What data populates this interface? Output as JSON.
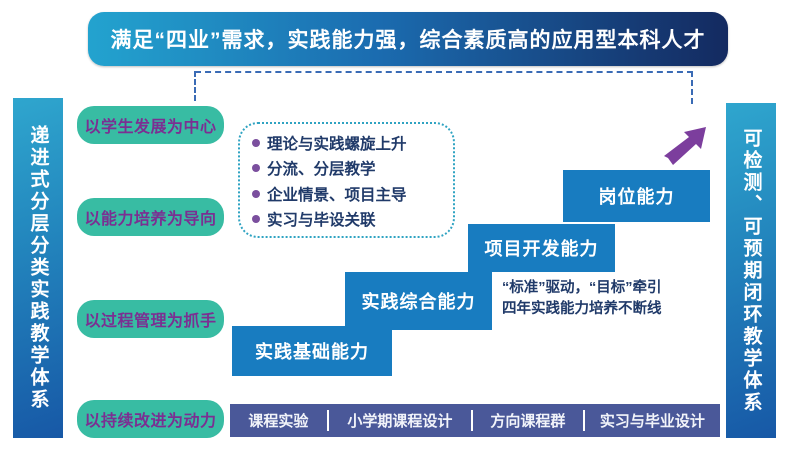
{
  "banner": {
    "text": "满足“四业”需求，实践能力强，综合素质高的应用型本科人才"
  },
  "left_bar": {
    "text": "递进式分层分类实践教学体系"
  },
  "right_bar": {
    "text": "可检测、可预期闭环教学体系"
  },
  "principles": [
    {
      "label": "以学生发展为中心"
    },
    {
      "label": "以能力培养为导向"
    },
    {
      "label": "以过程管理为抓手"
    },
    {
      "label": "以持续改进为动力"
    }
  ],
  "features": {
    "items": [
      "理论与实践螺旋上升",
      "分流、分层教学",
      "企业情景、项目主导",
      "实习与毕设关联"
    ]
  },
  "steps": [
    {
      "label": "实践基础能力"
    },
    {
      "label": "实践综合能力"
    },
    {
      "label": "项目开发能力"
    },
    {
      "label": "岗位能力"
    }
  ],
  "annotation": {
    "line1": "“标准”驱动，“目标”牵引",
    "line2": "四年实践能力培养不断线"
  },
  "bottom_bar": {
    "segments": [
      "课程实验",
      "小学期课程设计",
      "方向课程群",
      "实习与毕业设计"
    ]
  },
  "icons": {
    "arrow": "arrow-up-right"
  },
  "colors": {
    "banner_start": "#23A3CF",
    "banner_end": "#142A60",
    "bar_start": "#2FA6CE",
    "bar_end": "#1758A6",
    "pill": "#38BCA3",
    "pill_text": "#7B2F92",
    "step_blue": "#187CC0",
    "navy_text": "#203A69",
    "bottom_bar": "#4A5899",
    "arrow_purple": "#7C3E9D",
    "dash_blue": "#3A6BB5",
    "dashed_box_border": "#2FA3C2"
  }
}
